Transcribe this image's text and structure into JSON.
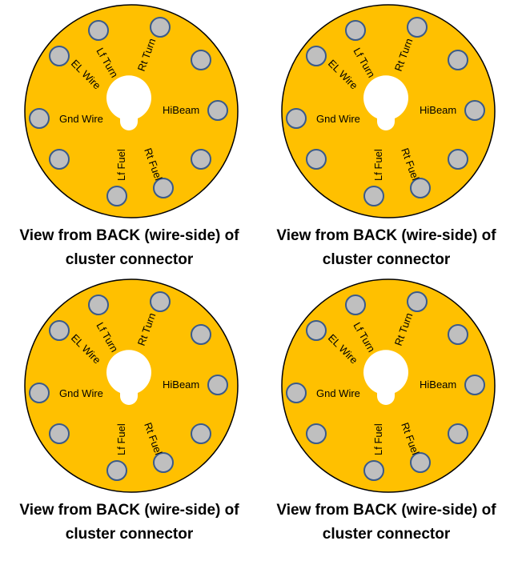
{
  "diagram": {
    "caption_line1": "View from BACK (wire-side) of",
    "caption_line2": "cluster connector",
    "labels": {
      "lf_turn": "Lf Turn",
      "rt_turn": "Rt Turn",
      "el_wire": "EL Wire",
      "hibeam": "HiBeam",
      "gnd_wire": "Gnd Wire",
      "lf_fuel": "Lf Fuel",
      "rt_fuel": "Rt Fuel"
    },
    "colors": {
      "disc": "#ffc000",
      "pin_fill": "#bfbfbf",
      "pin_outline": "#3a5a8a"
    }
  }
}
